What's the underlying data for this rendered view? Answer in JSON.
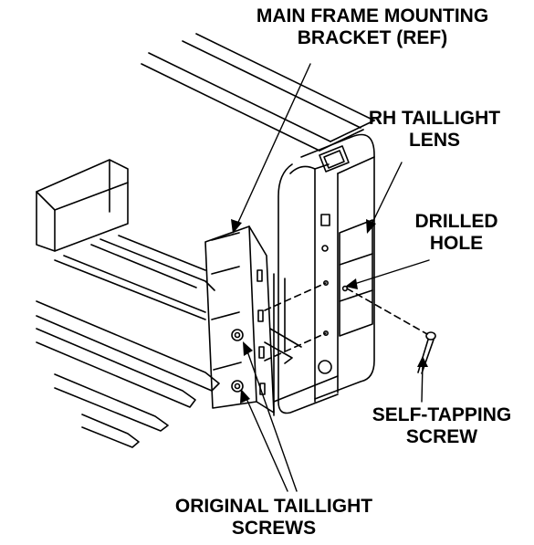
{
  "labels": {
    "bracket": {
      "line1": "MAIN FRAME MOUNTING",
      "line2": "BRACKET (REF)"
    },
    "lens": {
      "line1": "RH TAILLIGHT",
      "line2": "LENS"
    },
    "hole": {
      "line1": "DRILLED",
      "line2": "HOLE"
    },
    "screw": {
      "line1": "SELF-TAPPING",
      "line2": "SCREW"
    },
    "original": {
      "line1": "ORIGINAL TAILLIGHT",
      "line2": "SCREWS"
    }
  },
  "colors": {
    "ink": "#000000",
    "paper": "#ffffff"
  }
}
